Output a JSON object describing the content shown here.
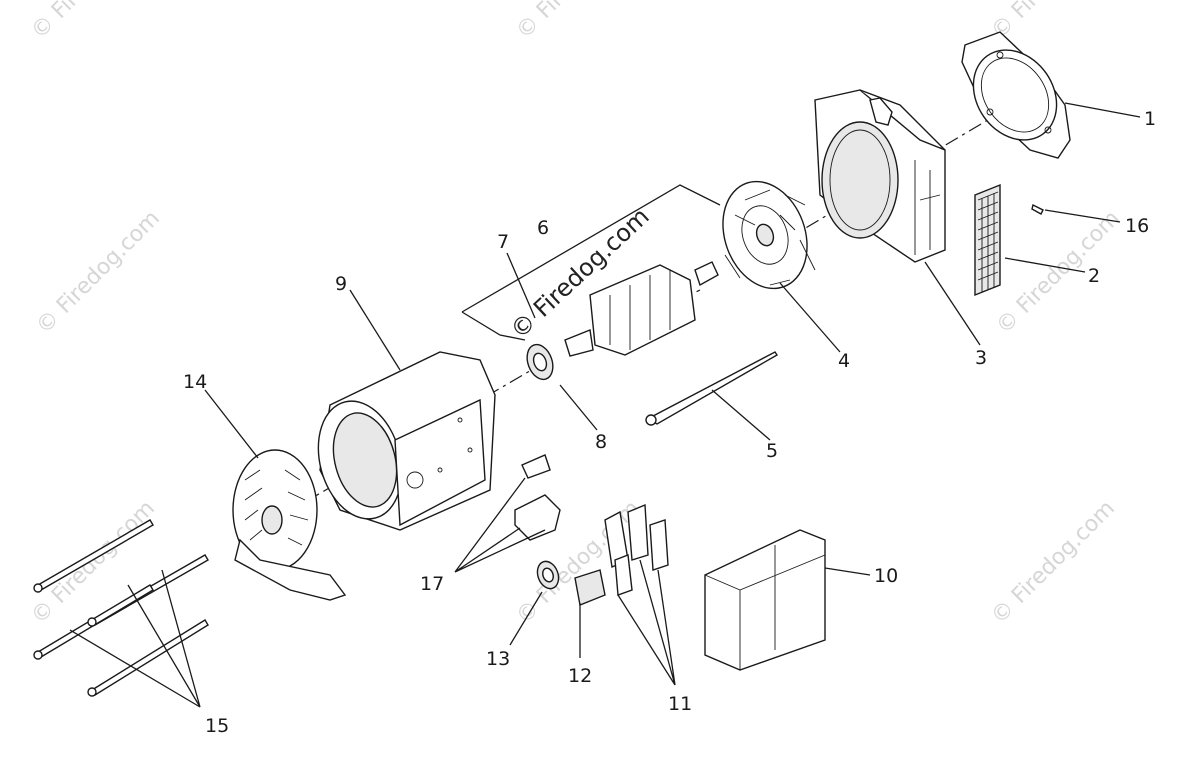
{
  "watermarks": {
    "brand": "© Firedog.com",
    "center": "© Firedog.com"
  },
  "callouts": [
    {
      "id": "1",
      "text": "1"
    },
    {
      "id": "2",
      "text": "2"
    },
    {
      "id": "3",
      "text": "3"
    },
    {
      "id": "4",
      "text": "4"
    },
    {
      "id": "5",
      "text": "5"
    },
    {
      "id": "6",
      "text": "6"
    },
    {
      "id": "7",
      "text": "7"
    },
    {
      "id": "8",
      "text": "8"
    },
    {
      "id": "9",
      "text": "9"
    },
    {
      "id": "10",
      "text": "10"
    },
    {
      "id": "11",
      "text": "11"
    },
    {
      "id": "12",
      "text": "12"
    },
    {
      "id": "13",
      "text": "13"
    },
    {
      "id": "14",
      "text": "14"
    },
    {
      "id": "15",
      "text": "15"
    },
    {
      "id": "16",
      "text": "16"
    },
    {
      "id": "17",
      "text": "17"
    }
  ],
  "colors": {
    "line": "#1a1a1a",
    "watermark": "#d6d6d6",
    "background": "#ffffff"
  }
}
